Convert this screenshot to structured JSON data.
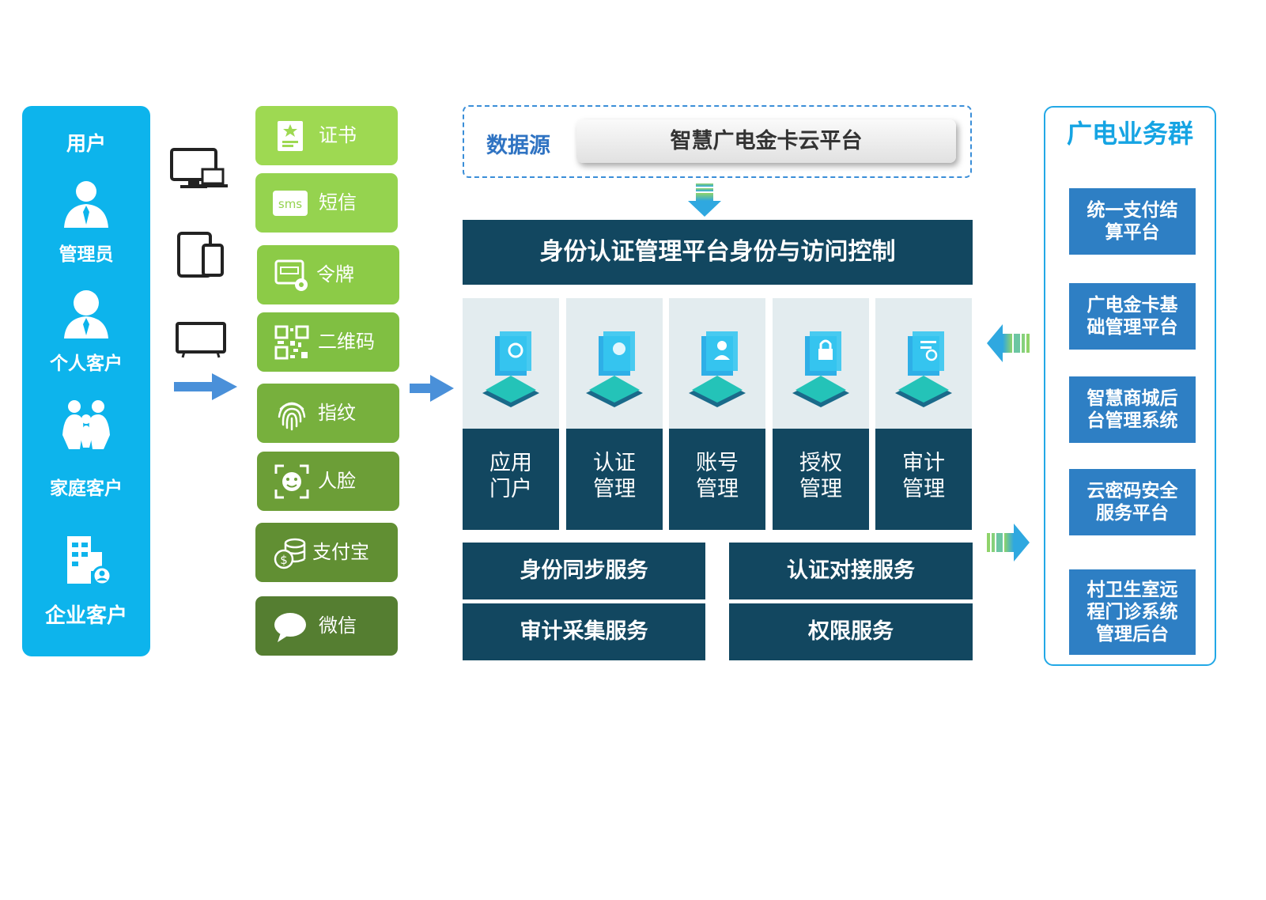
{
  "users": {
    "title": "用户",
    "admin": "管理员",
    "personal": "个人客户",
    "family": "家庭客户",
    "enterprise": "企业客户"
  },
  "auth_methods": [
    "证书",
    "短信",
    "令牌",
    "二维码",
    "指纹",
    "人脸",
    "支付宝",
    "微信"
  ],
  "sms_badge": "sms",
  "data_source": {
    "label": "数据源",
    "platform": "智慧广电金卡云平台"
  },
  "main_title": "身份认证管理平台身份与访问控制",
  "modules": [
    {
      "line1": "应用",
      "line2": "门户"
    },
    {
      "line1": "认证",
      "line2": "管理"
    },
    {
      "line1": "账号",
      "line2": "管理"
    },
    {
      "line1": "授权",
      "line2": "管理"
    },
    {
      "line1": "审计",
      "line2": "管理"
    }
  ],
  "services": [
    "身份同步服务",
    "认证对接服务",
    "审计采集服务",
    "权限服务"
  ],
  "business": {
    "title": "广电业务群",
    "items": [
      "统一支付结算平台",
      "广电金卡基础管理平台",
      "智慧商城后台管理系统",
      "云密码安全服务平台",
      "村卫生室远程门诊系统管理后台"
    ]
  },
  "colors": {
    "user_panel": "#0db4ec",
    "dark_navy": "#124760",
    "biz_blue": "#2e7fc4",
    "auth_green_light": "#9ed952",
    "auth_green_dark": "#557e31"
  }
}
